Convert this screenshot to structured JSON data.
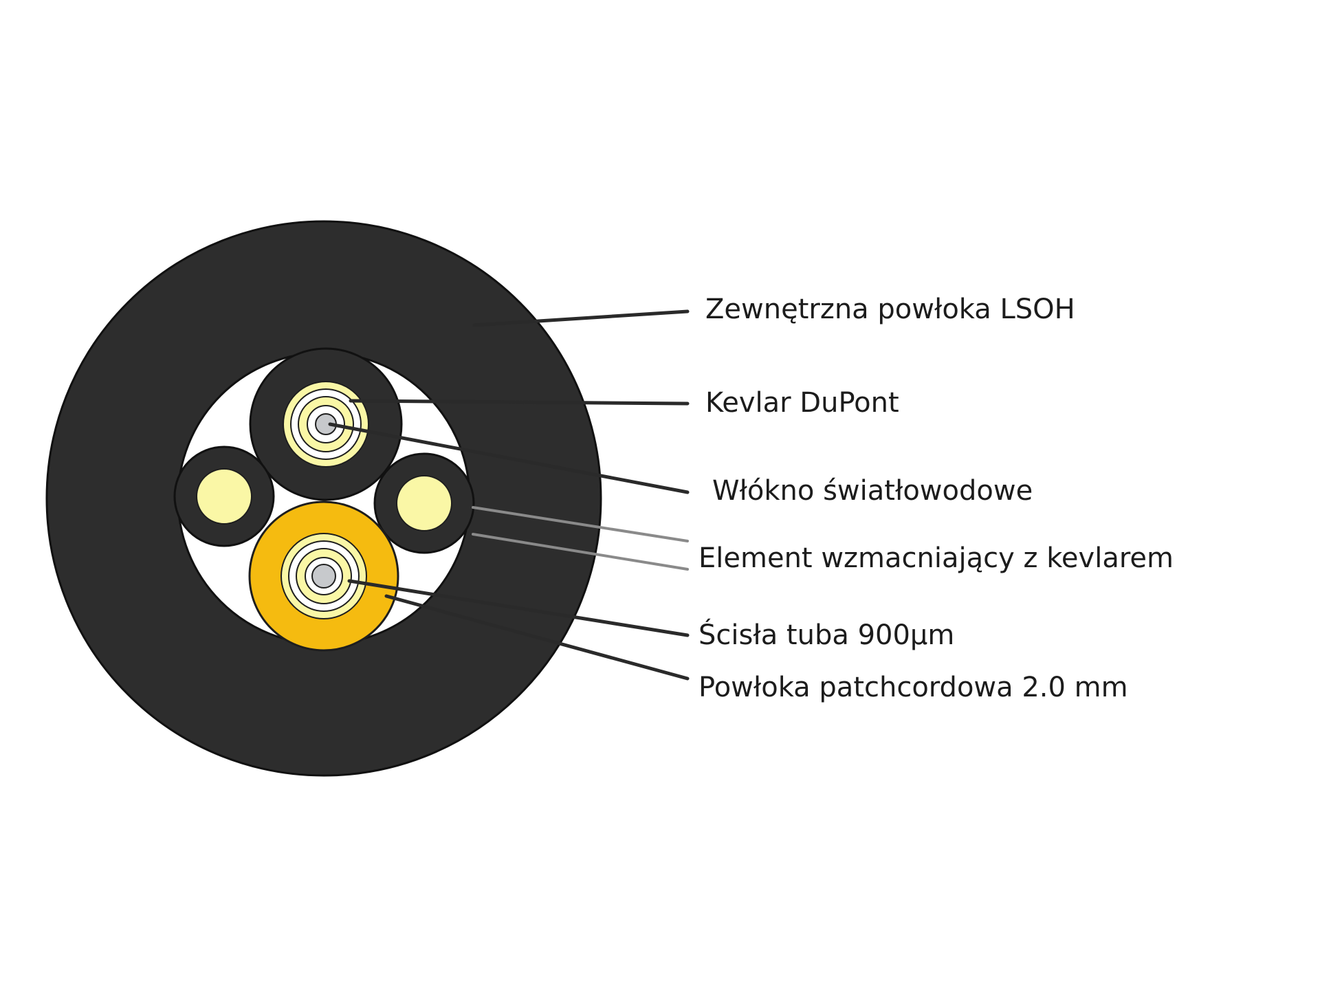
{
  "diagram": {
    "labels": [
      "Zewnętrzna powłoka LSOH",
      "Kevlar DuPont",
      "Włókno światłowodowe",
      "Element wzmacniający z kevlarem",
      "Ścisła tuba 900µm",
      "Powłoka patchcordowa 2.0 mm"
    ]
  },
  "colors": {
    "jacket": "#2d2d2d",
    "outline": "#111111",
    "interior": "#ffffff",
    "yellow_jacket": "#f5bb10",
    "kevlar_core": "#faf7a6",
    "fiber_core": "#c7c9cc",
    "leader_dark": "#2a2a2a",
    "leader_grey": "#8a8a8a"
  }
}
